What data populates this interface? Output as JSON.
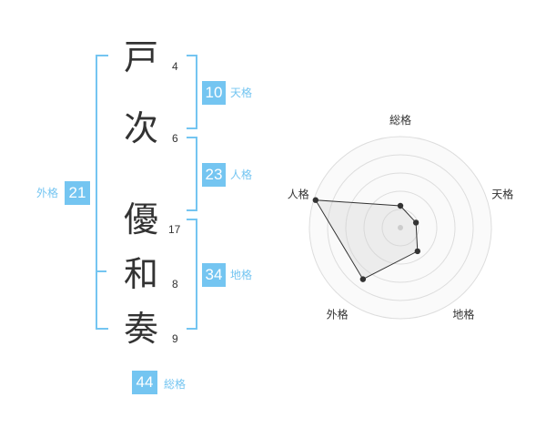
{
  "name": {
    "chars": [
      {
        "char": "戸",
        "strokes": "4"
      },
      {
        "char": "次",
        "strokes": "6"
      },
      {
        "char": "優",
        "strokes": "17"
      },
      {
        "char": "和",
        "strokes": "8"
      },
      {
        "char": "奏",
        "strokes": "9"
      }
    ]
  },
  "kakusuu": {
    "ten": {
      "value": "10",
      "label": "天格"
    },
    "jin": {
      "value": "23",
      "label": "人格"
    },
    "chi": {
      "value": "34",
      "label": "地格"
    },
    "gai": {
      "value": "21",
      "label": "外格"
    },
    "sou": {
      "value": "44",
      "label": "総格"
    }
  },
  "colors": {
    "accent": "#74c5f1",
    "text": "#333333"
  },
  "chart_data": {
    "type": "radar",
    "axes": [
      "総格",
      "天格",
      "地格",
      "外格",
      "人格"
    ],
    "values": [
      1.2,
      0.9,
      1.6,
      3.5,
      4.9
    ],
    "rmax": 5,
    "rings": 5
  }
}
